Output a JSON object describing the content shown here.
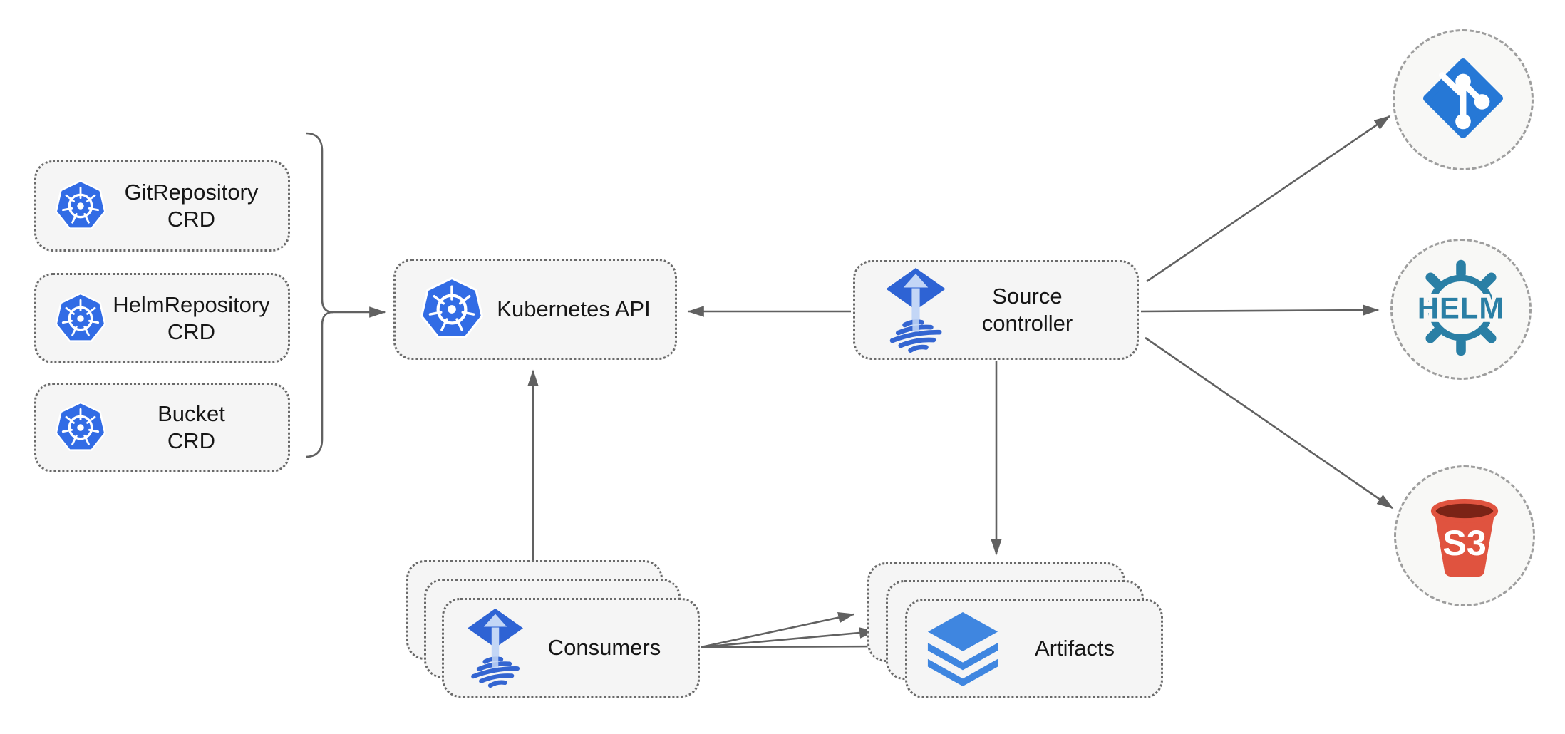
{
  "nodes": {
    "git_repository_crd": {
      "label": "GitRepository\nCRD",
      "icon": "kubernetes-icon"
    },
    "helm_repository_crd": {
      "label": "HelmRepository\nCRD",
      "icon": "kubernetes-icon"
    },
    "bucket_crd": {
      "label": "Bucket\nCRD",
      "icon": "kubernetes-icon"
    },
    "kubernetes_api": {
      "label": "Kubernetes API",
      "icon": "kubernetes-icon"
    },
    "source_controller": {
      "label": "Source\ncontroller",
      "icon": "flux-icon"
    },
    "consumers": {
      "label": "Consumers",
      "icon": "flux-icon",
      "stacked_copies": 3
    },
    "artifacts": {
      "label": "Artifacts",
      "icon": "layers-icon",
      "stacked_copies": 3
    }
  },
  "endpoints": {
    "git": {
      "icon": "git-icon"
    },
    "helm": {
      "icon": "helm-icon",
      "label": "HELM"
    },
    "s3": {
      "icon": "s3-bucket-icon",
      "label": "S3"
    }
  },
  "connections": [
    {
      "from": "crd-group-bracket",
      "to": "kubernetes_api",
      "style": "arrow"
    },
    {
      "from": "source_controller",
      "to": "kubernetes_api",
      "style": "arrow"
    },
    {
      "from": "source_controller",
      "to": "git",
      "style": "arrow"
    },
    {
      "from": "source_controller",
      "to": "helm",
      "style": "arrow"
    },
    {
      "from": "source_controller",
      "to": "s3",
      "style": "arrow"
    },
    {
      "from": "source_controller",
      "to": "artifacts",
      "style": "arrow"
    },
    {
      "from": "consumers",
      "to": "kubernetes_api",
      "style": "arrow"
    },
    {
      "from": "consumers",
      "to": "artifacts",
      "style": "arrow-fan-x3"
    }
  ],
  "colors": {
    "kubernetes_blue": "#326ce5",
    "flux_blue": "#2e63d4",
    "flux_arrow_light": "#c3d6f6",
    "layers_blue": "#3f86e0",
    "git_blue": "#2678d6",
    "helm_teal": "#2a7fa5",
    "s3_red": "#e0533f",
    "s3_dark_opening": "#7b2316",
    "box_fill": "#f5f5f5",
    "box_border": "#6a6a6a",
    "circle_border": "#9e9e9e",
    "arrow_gray": "#616161",
    "text": "#161616"
  }
}
